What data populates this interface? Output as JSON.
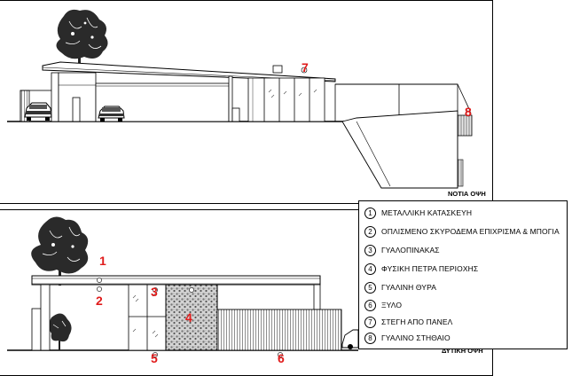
{
  "views": {
    "south_title": "ΝΟΤΙΑ ΟΨΗ",
    "west_title": "ΔΥΤΙΚΗ ΟΨΗ"
  },
  "legend": [
    {
      "num": "1",
      "text": "ΜΕΤΑΛΛΙΚΗ ΚΑΤΑΣΚΕΥΗ"
    },
    {
      "num": "2",
      "text": "ΟΠΛΙΣΜΕΝΟ ΣΚΥΡΟΔΕΜΑ ΕΠΙΧΡΙΣΜΑ & ΜΠΟΓΙΑ"
    },
    {
      "num": "3",
      "text": "ΓΥΑΛΟΠΙΝΑΚΑΣ"
    },
    {
      "num": "4",
      "text": "ΦΥΣΙΚΗ ΠΕΤΡΑ ΠΕΡΙΟΧΗΣ"
    },
    {
      "num": "5",
      "text": "ΓΥΑΛΙΝΗ ΘΥΡΑ"
    },
    {
      "num": "6",
      "text": "ΞΥΛΟ"
    },
    {
      "num": "7",
      "text": "ΣΤΕΓΗ ΑΠΟ ΠΑΝΕΛ"
    },
    {
      "num": "8",
      "text": "ΓΥΑΛΙΝΟ ΣΤΗΘΑΙΟ"
    }
  ],
  "callouts": {
    "south_7": "7",
    "south_8": "8",
    "west_1": "1",
    "west_2": "2",
    "west_3": "3",
    "west_4": "4",
    "west_5": "5",
    "west_6": "6"
  },
  "colors": {
    "callout": "#e01b1b",
    "line": "#000000",
    "stone": "#bdbdbd"
  }
}
